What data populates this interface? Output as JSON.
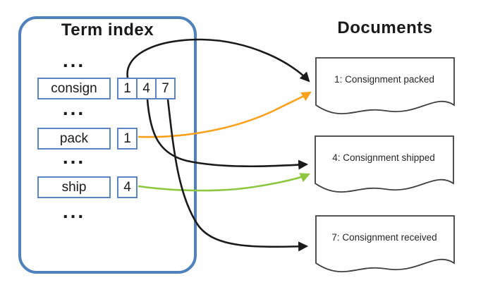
{
  "index": {
    "title": "Term index",
    "ellipsis": "...",
    "rows": [
      {
        "term": "consign",
        "postings": [
          "1",
          "4",
          "7"
        ]
      },
      {
        "term": "pack",
        "postings": [
          "1"
        ]
      },
      {
        "term": "ship",
        "postings": [
          "4"
        ]
      }
    ]
  },
  "documents": {
    "title": "Documents",
    "items": [
      {
        "label": "1: Consignment packed"
      },
      {
        "label": "4: Consignment shipped"
      },
      {
        "label": "7: Consignment received"
      }
    ]
  },
  "arrows": [
    {
      "from": "consign posting 1",
      "to": "document 1",
      "color": "#1a1a1a"
    },
    {
      "from": "pack posting 1",
      "to": "document 1",
      "color": "#f9a11b"
    },
    {
      "from": "consign posting 4",
      "to": "document 4",
      "color": "#1a1a1a"
    },
    {
      "from": "ship posting 4",
      "to": "document 4",
      "color": "#8dc63f"
    },
    {
      "from": "consign posting 7",
      "to": "document 7",
      "color": "#1a1a1a"
    }
  ],
  "colors": {
    "panel_border": "#4f81bd",
    "box_border": "#5b85c7",
    "doc_border": "#3f3f3f",
    "arrow_black": "#1a1a1a",
    "arrow_orange": "#f9a11b",
    "arrow_green": "#8dc63f"
  }
}
